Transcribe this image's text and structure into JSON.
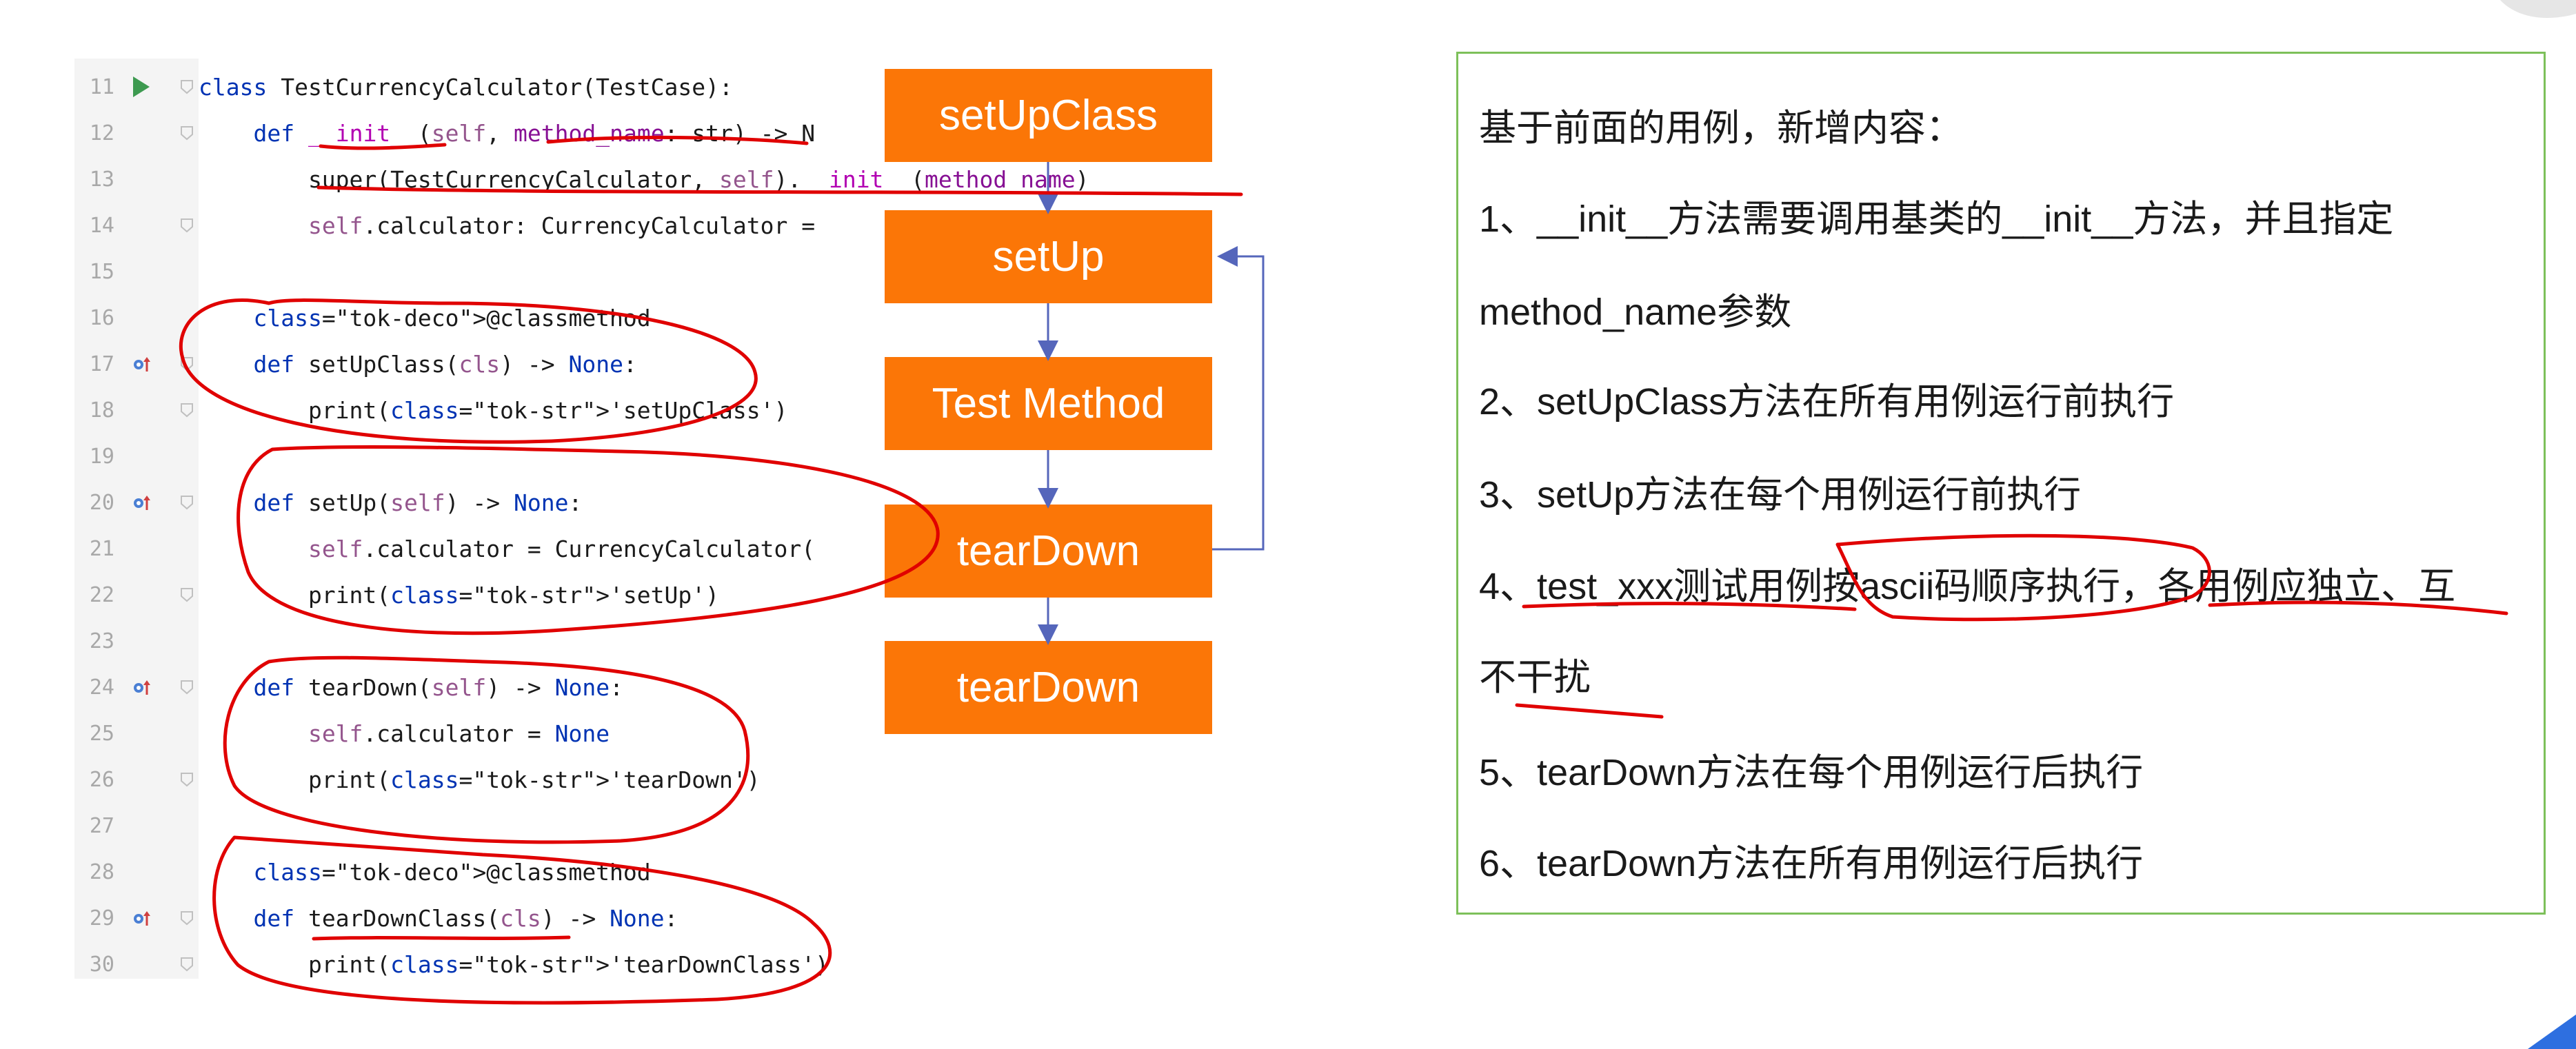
{
  "code": {
    "lines": [
      {
        "n": "11",
        "text": "class TestCurrencyCalculator(TestCase):"
      },
      {
        "n": "12",
        "text": "    def __init__(self, method_name: str) -> N"
      },
      {
        "n": "13",
        "text": "        super(TestCurrencyCalculator, self).__init__(method_name)"
      },
      {
        "n": "14",
        "text": "        self.calculator: CurrencyCalculator ="
      },
      {
        "n": "15",
        "text": ""
      },
      {
        "n": "16",
        "text": "    @classmethod"
      },
      {
        "n": "17",
        "text": "    def setUpClass(cls) -> None:"
      },
      {
        "n": "18",
        "text": "        print('setUpClass')"
      },
      {
        "n": "19",
        "text": ""
      },
      {
        "n": "20",
        "text": "    def setUp(self) -> None:"
      },
      {
        "n": "21",
        "text": "        self.calculator = CurrencyCalculator("
      },
      {
        "n": "22",
        "text": "        print('setUp')"
      },
      {
        "n": "23",
        "text": ""
      },
      {
        "n": "24",
        "text": "    def tearDown(self) -> None:"
      },
      {
        "n": "25",
        "text": "        self.calculator = None"
      },
      {
        "n": "26",
        "text": "        print('tearDown')"
      },
      {
        "n": "27",
        "text": ""
      },
      {
        "n": "28",
        "text": "    @classmethod"
      },
      {
        "n": "29",
        "text": "    def tearDownClass(cls) -> None:"
      },
      {
        "n": "30",
        "text": "        print('tearDownClass')"
      }
    ]
  },
  "flow": {
    "boxes": [
      "setUpClass",
      "setUp",
      "Test Method",
      "tearDown",
      "tearDown"
    ]
  },
  "notes": {
    "lines": [
      "基于前面的用例，新增内容：",
      "1、__init__方法需要调用基类的__init__方法，并且指定",
      "method_name参数",
      "2、setUpClass方法在所有用例运行前执行",
      "3、setUp方法在每个用例运行前执行",
      "4、test_xxx测试用例按ascii码顺序执行，各用例应独立、互",
      "不干扰",
      "5、tearDown方法在每个用例运行后执行",
      "6、tearDown方法在所有用例运行后执行"
    ]
  },
  "colors": {
    "flow_box": "#fb7607",
    "annotation": "#e00000",
    "panel_border": "#7dc05a",
    "arrow": "#5566bb"
  }
}
